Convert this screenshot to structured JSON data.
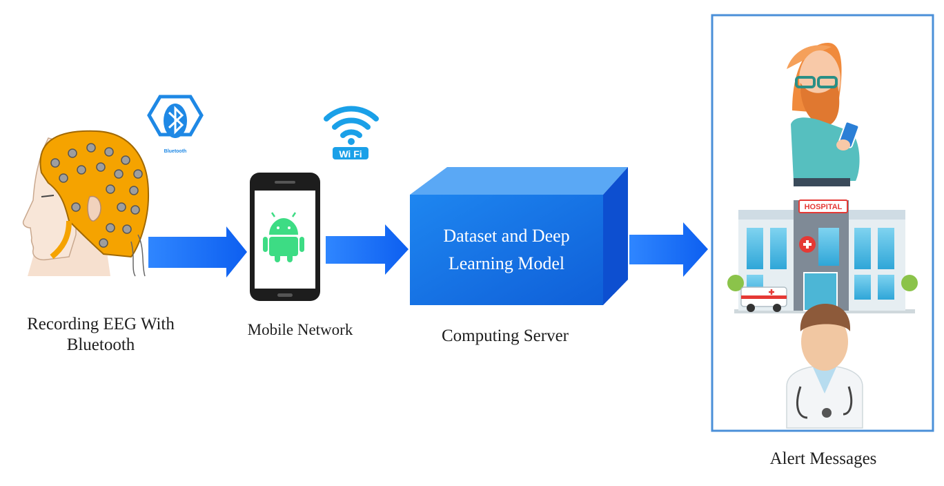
{
  "colors": {
    "arrow": "#1565f0",
    "server_front": "#1976e8",
    "server_top": "#5aa8f5",
    "server_side": "#0d4fd0",
    "panel_border": "#4a8fd8",
    "eeg_cap": "#f5a300",
    "wifi": "#1aa0e8",
    "bluetooth": "#1e88e5",
    "android": "#3ddc84"
  },
  "icons": {
    "bluetooth": "bluetooth-icon",
    "wifi": "wifi-icon",
    "phone": "smartphone-icon",
    "android": "android-icon",
    "eeg": "eeg-head-icon",
    "server": "server-box-icon",
    "user": "caregiver-icon",
    "hospital": "hospital-icon",
    "doctor": "doctor-icon"
  },
  "labels": {
    "eeg_line1": "Recording EEG With",
    "eeg_line2": "Bluetooth",
    "mobile": "Mobile Network",
    "server": "Computing Server",
    "alerts": "Alert Messages",
    "server_line1": "Dataset and Deep",
    "server_line2": "Learning Model",
    "bluetooth_badge": "Bluetooth",
    "wifi_badge": "Wi Fi",
    "hospital_sign": "HOSPITAL"
  }
}
